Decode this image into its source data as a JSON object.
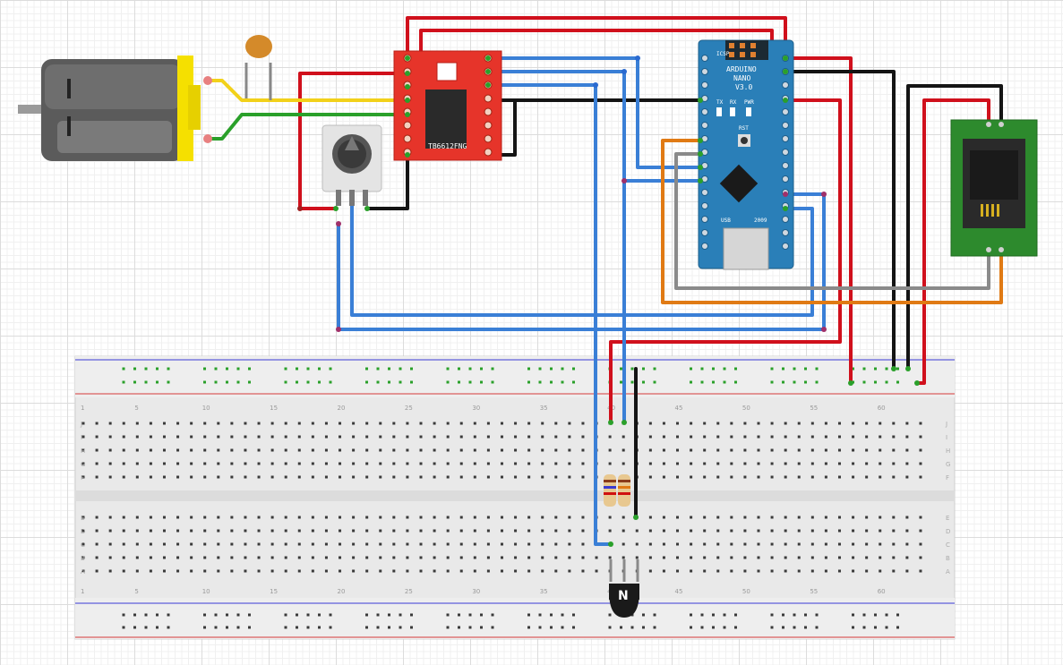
{
  "motor_driver": {
    "name": "TB6612FNG"
  },
  "arduino": {
    "line1": "ARDUINO",
    "line2": "NANO",
    "line3": "V3.0",
    "icsp": "ICSP",
    "tx": "TX",
    "rx": "RX",
    "pwr": "PWR",
    "rst": "RST",
    "usb": "USB",
    "year": "2009"
  },
  "breadboard": {
    "column_numbers": [
      "1",
      "5",
      "10",
      "15",
      "20",
      "25",
      "30",
      "35",
      "40",
      "45",
      "50",
      "55",
      "60"
    ],
    "row_letters_top": [
      "J",
      "I",
      "H",
      "G",
      "F"
    ],
    "row_letters_bottom": [
      "E",
      "D",
      "C",
      "B",
      "A"
    ]
  },
  "transistor": {
    "label": "N"
  },
  "colors": {
    "wire_red": "#d0101c",
    "wire_black": "#141414",
    "wire_blue": "#3a7fd6",
    "wire_yellow": "#f2d11a",
    "wire_green": "#2aa02a",
    "wire_orange": "#e07a14",
    "wire_gray": "#8a8a8a",
    "driver_board": "#e6342a",
    "arduino_board": "#2a7fb8",
    "rj_board": "#2d8a2d",
    "motor_cap": "#f5e000"
  }
}
